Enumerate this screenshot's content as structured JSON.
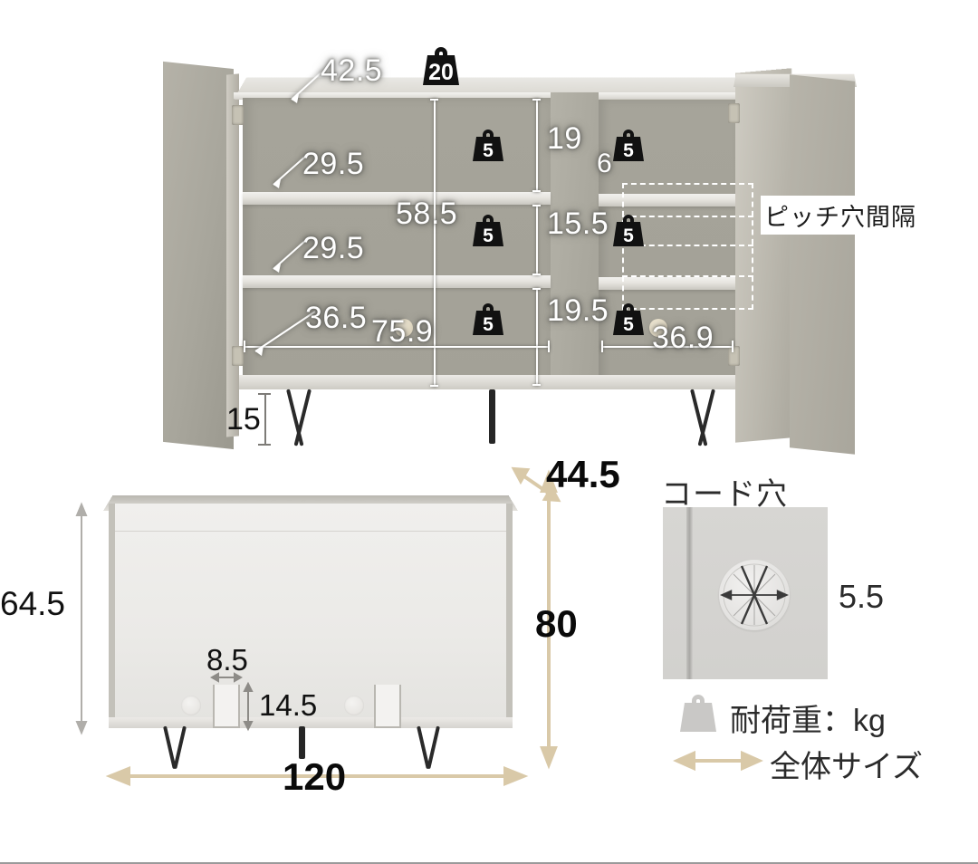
{
  "diagram": {
    "title_visible": false,
    "units_note": "cm"
  },
  "top_view": {
    "label_depth_top": "42.5",
    "label_shelf_depth_1": "29.5",
    "label_shelf_depth_2": "29.5",
    "label_bottom_depth": "36.5",
    "label_inner_height_total": "58.5",
    "label_inner_width_left": "75.9",
    "label_compartment_h_top": "19",
    "label_compartment_h_mid": "15.5",
    "label_compartment_h_bottom": "19.5",
    "label_inner_width_right": "36.9",
    "label_pitch": "6",
    "label_leg_height": "15",
    "pitch_callout": "ピッチ穴間隔",
    "weights": {
      "top_board": "20",
      "shelf_left_upper": "5",
      "shelf_left_middle": "5",
      "shelf_left_bottom": "5",
      "shelf_right_upper": "5",
      "shelf_right_middle": "5",
      "shelf_right_bottom": "5"
    }
  },
  "rear_view": {
    "label_body_height": "64.5",
    "label_total_height": "80",
    "label_depth": "44.5",
    "label_total_width": "120",
    "label_notch_width": "8.5",
    "label_notch_height": "14.5"
  },
  "legend": {
    "cord_hole_title": "コード穴",
    "cord_hole_diameter": "5.5",
    "load_capacity_label": "耐荷重：kg",
    "overall_size_label": "全体サイズ"
  },
  "colors": {
    "overall_size_arrow": "#d9c9a8",
    "dimension_line_white": "#ffffff",
    "dimension_line_grey": "#b3b1ac",
    "weight_badge": "#111111",
    "background": "#ffffff"
  }
}
